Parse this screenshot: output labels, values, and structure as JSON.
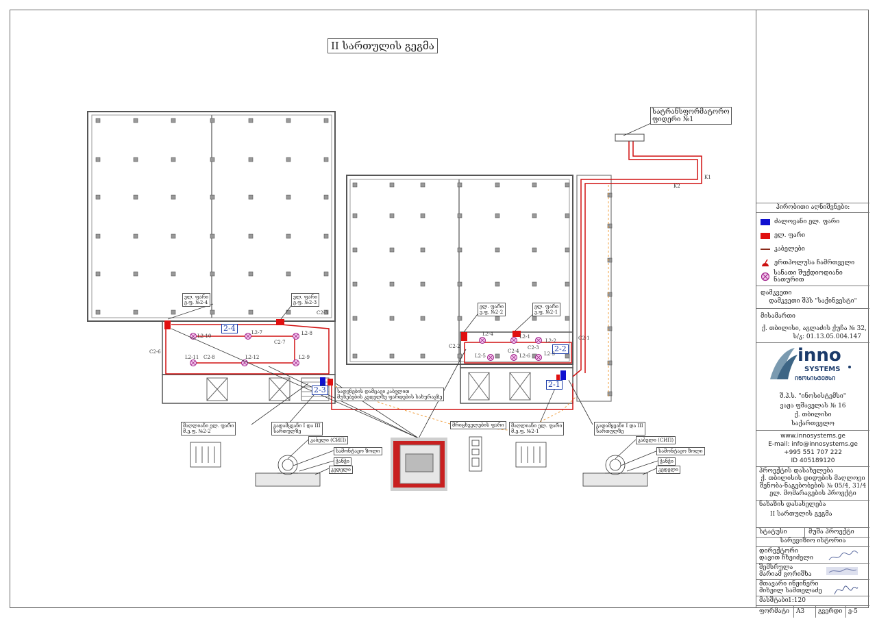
{
  "sheet": {
    "title": "II სართულის გეგმა",
    "transformer_label_line1": "სატრანსფორმატორო",
    "transformer_label_line2": "ფიდერი №1"
  },
  "plan_labels": {
    "k1": "K1",
    "k2": "K2",
    "zones": [
      "2-4",
      "2-3",
      "2-2",
      "2-1"
    ],
    "fixtures": [
      "L2-10",
      "L2-7",
      "L2-8",
      "L2-11",
      "L2-12",
      "L2-9",
      "L2-4",
      "L2-1",
      "L2-2",
      "L2-5",
      "L2-6",
      "L2-3"
    ],
    "cables": [
      "C2-3",
      "C2-6",
      "C2-8",
      "C2-7",
      "C2-2",
      "C2-4",
      "C2-3",
      "C2-1"
    ],
    "panel_tags": {
      "p24": [
        "ელ. ფარი",
        "ე.ფ. №2-4"
      ],
      "p23": [
        "ელ. ფარი",
        "ე.ფ. №2-3"
      ],
      "p22": [
        "ელ. ფარი",
        "ე.ფ. №2-2"
      ],
      "p21": [
        "ელ. ფარი",
        "ე.ფ. №2-1"
      ]
    },
    "callouts": {
      "distribution_note": [
        "სადენების დამცავი კაბელით",
        "მუხებების კედელზე ფარდების სახურავზე"
      ],
      "branch_panel": "მრიცხველების ფარი",
      "main_panel_left": [
        "მაღლიანი ელ. ფარი",
        "მ.ე.ფ. №2-2"
      ],
      "main_panel_right": [
        "მაღლიანი ელ. ფარი",
        "მ.ე.ფ. №2-1"
      ],
      "vertical_left": [
        "გადამყვანი I და III",
        "სართულზე"
      ],
      "vertical_right": [
        "გადამყვანი I და III",
        "სართულზე"
      ]
    },
    "detail": {
      "cable": "კაბელი (СИП)",
      "clamp": "სამონტაჟო ზოლი",
      "bolt": "ჭანჭი",
      "wall": "კედელი"
    }
  },
  "legend": {
    "title": "პირობითი აღნიშვნები:",
    "items": [
      {
        "label": "ძალოვანი ელ. ფარი",
        "color": "#1010d0",
        "icon": "blue-panel-icon"
      },
      {
        "label": "ელ. ფარი",
        "color": "#e01010",
        "icon": "red-panel-icon"
      },
      {
        "label": "კაბელები",
        "color": "#8a2a1a",
        "icon": "cable-line-icon"
      },
      {
        "label": "ერთპოლუსა ჩამრთველი",
        "color": "#cc1010",
        "icon": "switch-icon"
      },
      {
        "label": "სანათი შუქდიოდიანი ნათურით",
        "color": "#a0208a",
        "icon": "led-lamp-icon"
      }
    ]
  },
  "title_block": {
    "client_label": "დამკვეთი",
    "client_value": "დამკვეთი შპს \"საქინვესტი\"",
    "address_label": "მისამართი",
    "address_value": "ქ. თბილისი, აგლაძის ქუჩა № 32,",
    "cadastral": "ს/კ: 01.13.05.004.147",
    "logo_word": "inno",
    "logo_systems": "SYSTEMS",
    "logo_geo": "ᲘᲜᲝᲡᲘᲡᲢᲔᲛᲡᲘ",
    "company": "შ.პ.ს. \"ინოსისტემსი\"",
    "company_street": "ვაჟა ფშაველას № 16",
    "company_city": "ქ. თბილისი",
    "company_country": "საქართველო",
    "website": "www.innosystems.ge",
    "email": "E-mail: info@innosystems.ge",
    "phone": "+995 551 707 222",
    "company_id": "ID 405189120",
    "project_label": "პროექტის დასახელება",
    "project_line1": "ქ. თბილისის დიდუბის მაღლოვი",
    "project_line2": "შენობა-ნაგებობების № 05/4, 31/4",
    "project_line3": "ელ. მომარაგების პროექტი",
    "drawing_label": "ნახაზის დასახელება",
    "drawing_value": "II სართულის გეგმა",
    "status_label": "სტატუსი",
    "status_value": "მუშა პროექტი",
    "history_label": "სარევიზიო ისტორია",
    "director_label": "დირექტორი",
    "director_name": "დავით ჩხეიძელი",
    "author_label": "შემსრულა",
    "author_name": "მარიამ გორიშხა",
    "chief_label": "მთავარი ინჟინერი",
    "chief_name": "მიხეილ სამთელაძე",
    "scale_label": "მასშტაბი",
    "scale_value": "1:120",
    "format_label": "ფორმატი",
    "format_value": "A3",
    "sheet_label": "გვერდი",
    "sheet_value": "ე-5"
  }
}
